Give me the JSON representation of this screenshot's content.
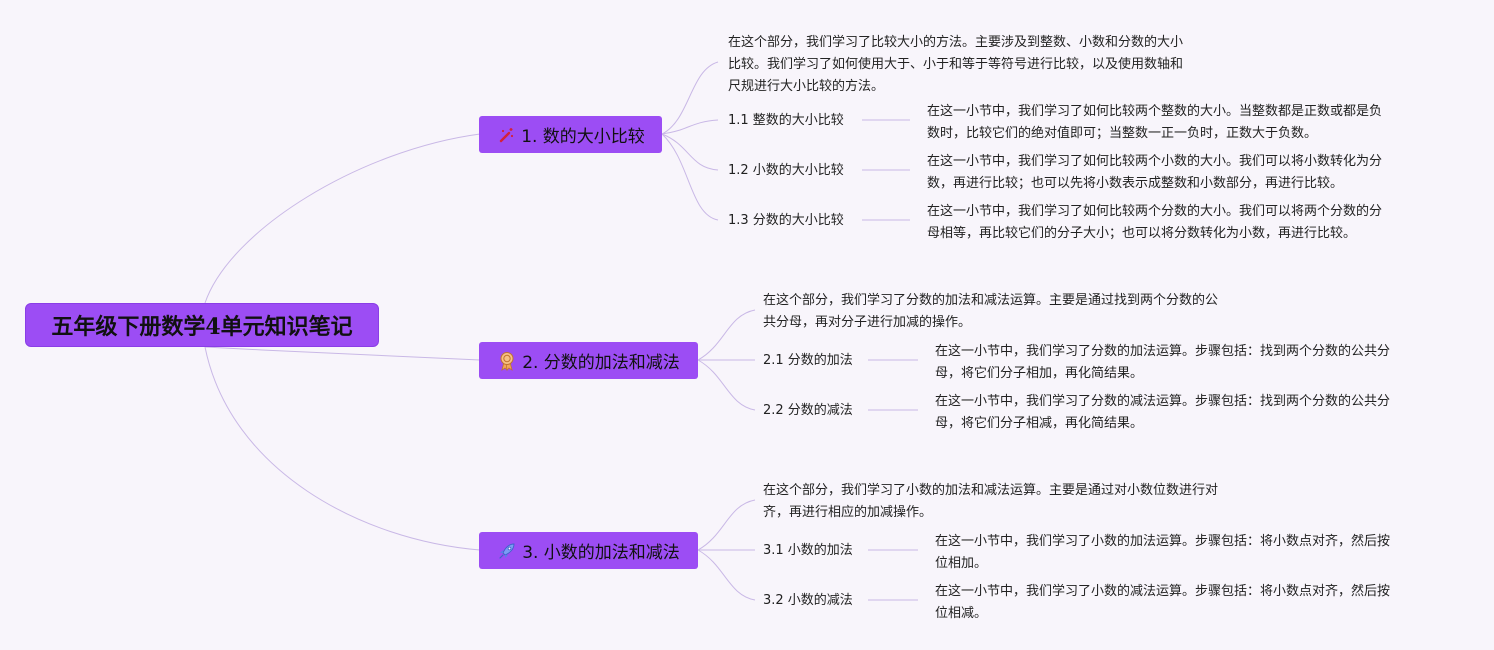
{
  "root": {
    "title": "五年级下册数学4单元知识笔记"
  },
  "branches": [
    {
      "label": "1. 数的大小比较",
      "icon": "magic-wand-icon",
      "summary": [
        "在这个部分，我们学习了比较大小的方法。主要涉及到整数、小数和分数的大小",
        "比较。我们学习了如何使用大于、小于和等于等符号进行比较，以及使用数轴和",
        "尺规进行大小比较的方法。"
      ],
      "children": [
        {
          "label": "1.1 整数的大小比较",
          "desc": [
            "在这一小节中，我们学习了如何比较两个整数的大小。当整数都是正数或都是负",
            "数时，比较它们的绝对值即可；当整数一正一负时，正数大于负数。"
          ]
        },
        {
          "label": "1.2 小数的大小比较",
          "desc": [
            "在这一小节中，我们学习了如何比较两个小数的大小。我们可以将小数转化为分",
            "数，再进行比较；也可以先将小数表示成整数和小数部分，再进行比较。"
          ]
        },
        {
          "label": "1.3 分数的大小比较",
          "desc": [
            "在这一小节中，我们学习了如何比较两个分数的大小。我们可以将两个分数的分",
            "母相等，再比较它们的分子大小；也可以将分数转化为小数，再进行比较。"
          ]
        }
      ]
    },
    {
      "label": "2. 分数的加法和减法",
      "icon": "award-ribbon-icon",
      "summary": [
        "在这个部分，我们学习了分数的加法和减法运算。主要是通过找到两个分数的公",
        "共分母，再对分子进行加减的操作。"
      ],
      "children": [
        {
          "label": "2.1 分数的加法",
          "desc": [
            "在这一小节中，我们学习了分数的加法运算。步骤包括：找到两个分数的公共分",
            "母，将它们分子相加，再化简结果。"
          ]
        },
        {
          "label": "2.2 分数的减法",
          "desc": [
            "在这一小节中，我们学习了分数的减法运算。步骤包括：找到两个分数的公共分",
            "母，将它们分子相减，再化简结果。"
          ]
        }
      ]
    },
    {
      "label": "3. 小数的加法和减法",
      "icon": "rocket-icon",
      "summary": [
        "在这个部分，我们学习了小数的加法和减法运算。主要是通过对小数位数进行对",
        "齐，再进行相应的加减操作。"
      ],
      "children": [
        {
          "label": "3.1 小数的加法",
          "desc": [
            "在这一小节中，我们学习了小数的加法运算。步骤包括：将小数点对齐，然后按",
            "位相加。"
          ]
        },
        {
          "label": "3.2 小数的减法",
          "desc": [
            "在这一小节中，我们学习了小数的减法运算。步骤包括：将小数点对齐，然后按",
            "位相减。"
          ]
        }
      ]
    }
  ],
  "colors": {
    "node_fill": "#9c4df4",
    "link": "#c4b3e2",
    "background": "#f8f5fb"
  }
}
